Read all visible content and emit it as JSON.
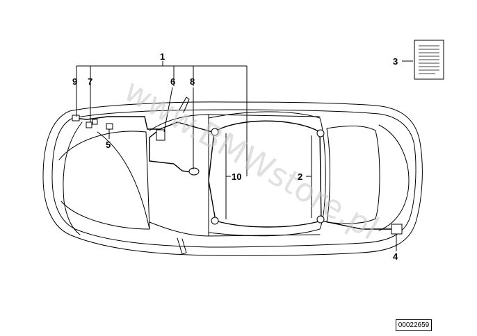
{
  "watermark": "www.BMWstore.pl",
  "reference_number": "00022659",
  "callouts": {
    "c1": "1",
    "c2": "2",
    "c3": "3",
    "c4": "4",
    "c5": "5",
    "c6": "6",
    "c7": "7",
    "c8": "8",
    "c9": "9",
    "c10": "10"
  }
}
